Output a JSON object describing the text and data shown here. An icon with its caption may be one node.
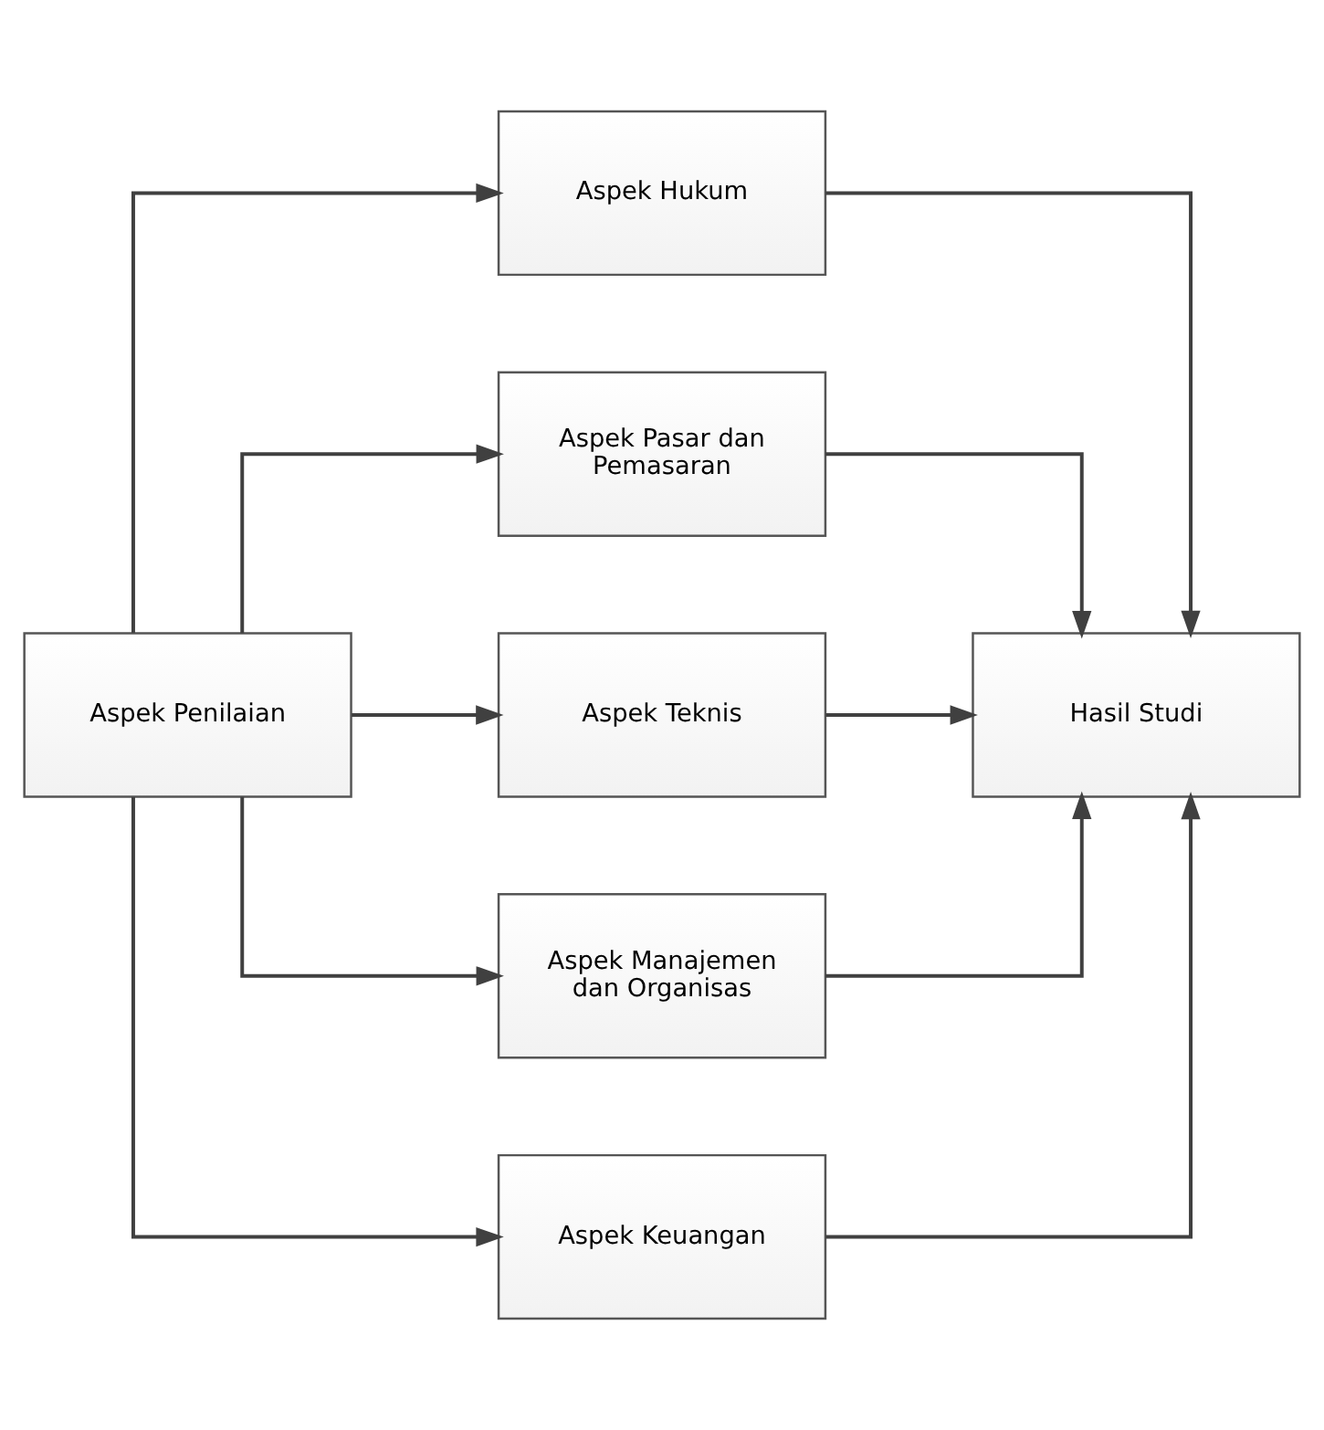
{
  "diagram": {
    "nodes": [
      {
        "text": [
          "Aspek Hukum"
        ]
      },
      {
        "text": [
          "Aspek Pasar dan Pemasaran"
        ]
      },
      {
        "text": [
          "Aspek Penilaian"
        ]
      },
      {
        "text": [
          "Aspek Teknis"
        ]
      },
      {
        "text": [
          "Hasil Studi"
        ]
      },
      {
        "text": [
          "Aspek Manajemen dan Organisas"
        ]
      },
      {
        "text": [
          "Aspek Keuangan"
        ]
      }
    ],
    "edges": [
      {
        "from": 2,
        "to": 0,
        "arrow": "to"
      },
      {
        "from": 2,
        "to": 1,
        "arrow": "to"
      },
      {
        "from": 2,
        "to": 3,
        "arrow": "to"
      },
      {
        "from": 2,
        "to": 5,
        "arrow": "to"
      },
      {
        "from": 2,
        "to": 6,
        "arrow": "to"
      },
      {
        "from": 0,
        "to": 4,
        "arrow": "to"
      },
      {
        "from": 1,
        "to": 4,
        "arrow": "to"
      },
      {
        "from": 3,
        "to": 4,
        "arrow": "to"
      },
      {
        "from": 5,
        "to": 4,
        "arrow": "to"
      },
      {
        "from": 6,
        "to": 4,
        "arrow": "to"
      }
    ]
  }
}
